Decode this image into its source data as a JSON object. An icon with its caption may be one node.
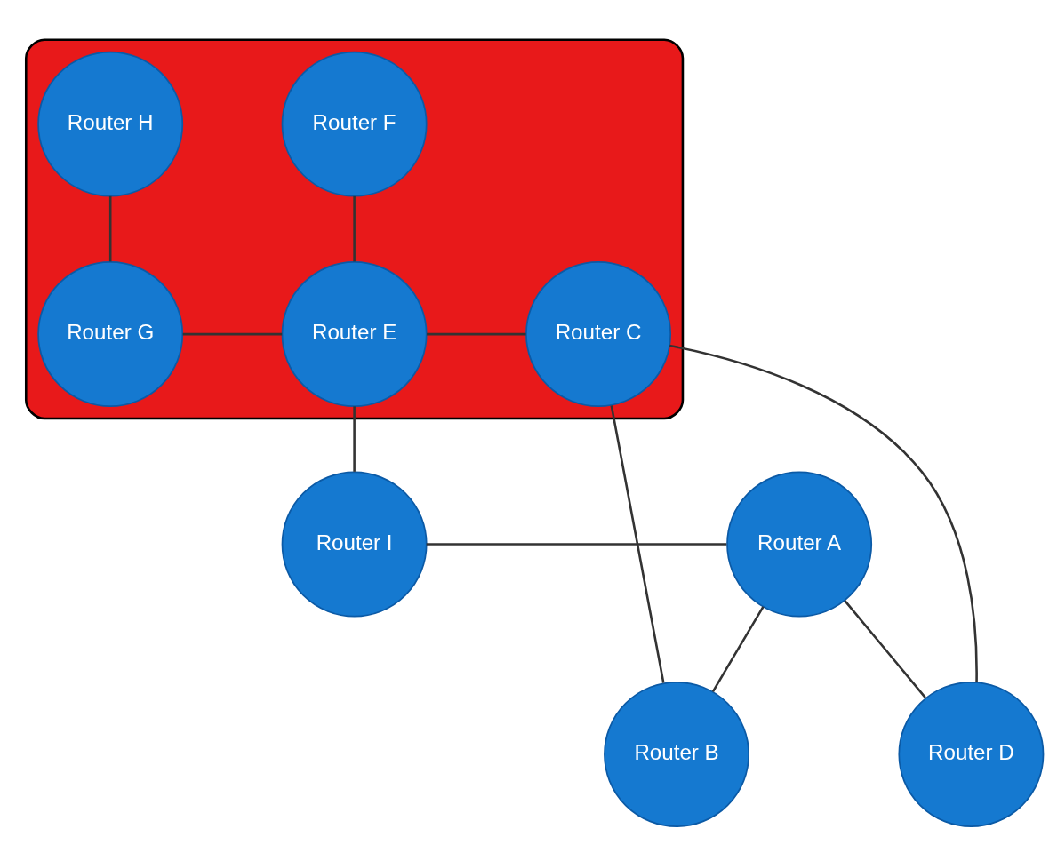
{
  "diagram": {
    "nodes": [
      {
        "text": [],
        "shape": "box"
      },
      {
        "text": [
          "Router H"
        ],
        "in": 0
      },
      {
        "text": [
          "Router F"
        ],
        "in": 0
      },
      {
        "text": [
          "Router G"
        ],
        "in": 0
      },
      {
        "text": [
          "Router E"
        ],
        "in": 0
      },
      {
        "text": [
          "Router C"
        ],
        "in": 0
      },
      {
        "text": [
          "Router B"
        ]
      },
      {
        "text": [
          "Router D"
        ]
      },
      {
        "text": [
          "Router I"
        ]
      },
      {
        "text": [
          "Router A"
        ]
      }
    ],
    "edges": [
      {
        "from": 1,
        "to": 3,
        "arrow": "none"
      },
      {
        "from": 2,
        "to": 4,
        "arrow": "none"
      },
      {
        "from": 3,
        "to": 4,
        "arrow": "none"
      },
      {
        "from": 4,
        "to": 5,
        "arrow": "none"
      },
      {
        "from": 4,
        "to": 8,
        "arrow": "none"
      },
      {
        "from": 5,
        "to": 6,
        "arrow": "none"
      },
      {
        "from": 5,
        "to": 7,
        "arrow": "none"
      },
      {
        "from": 6,
        "to": 9,
        "arrow": "none"
      },
      {
        "from": 8,
        "to": 9,
        "arrow": "none"
      },
      {
        "from": 9,
        "to": 7,
        "arrow": "none"
      }
    ]
  }
}
